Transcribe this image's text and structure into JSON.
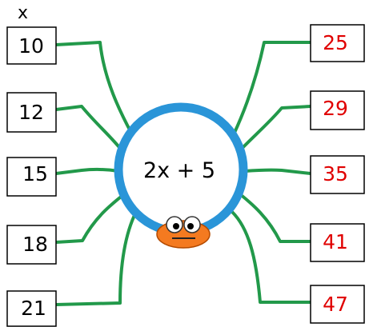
{
  "header": {
    "variable_label": "x"
  },
  "function_machine": {
    "rule": "2x + 5",
    "inputs": [
      "10",
      "12",
      "15",
      "18",
      "21"
    ],
    "outputs": [
      "25",
      "29",
      "35",
      "41",
      "47"
    ],
    "colors": {
      "ring": "#2a95d8",
      "legs": "#22994a",
      "output_text": "#e00000",
      "input_text": "#000000",
      "creature_body": "#f47a20"
    },
    "icon": "spider-creature-icon"
  }
}
